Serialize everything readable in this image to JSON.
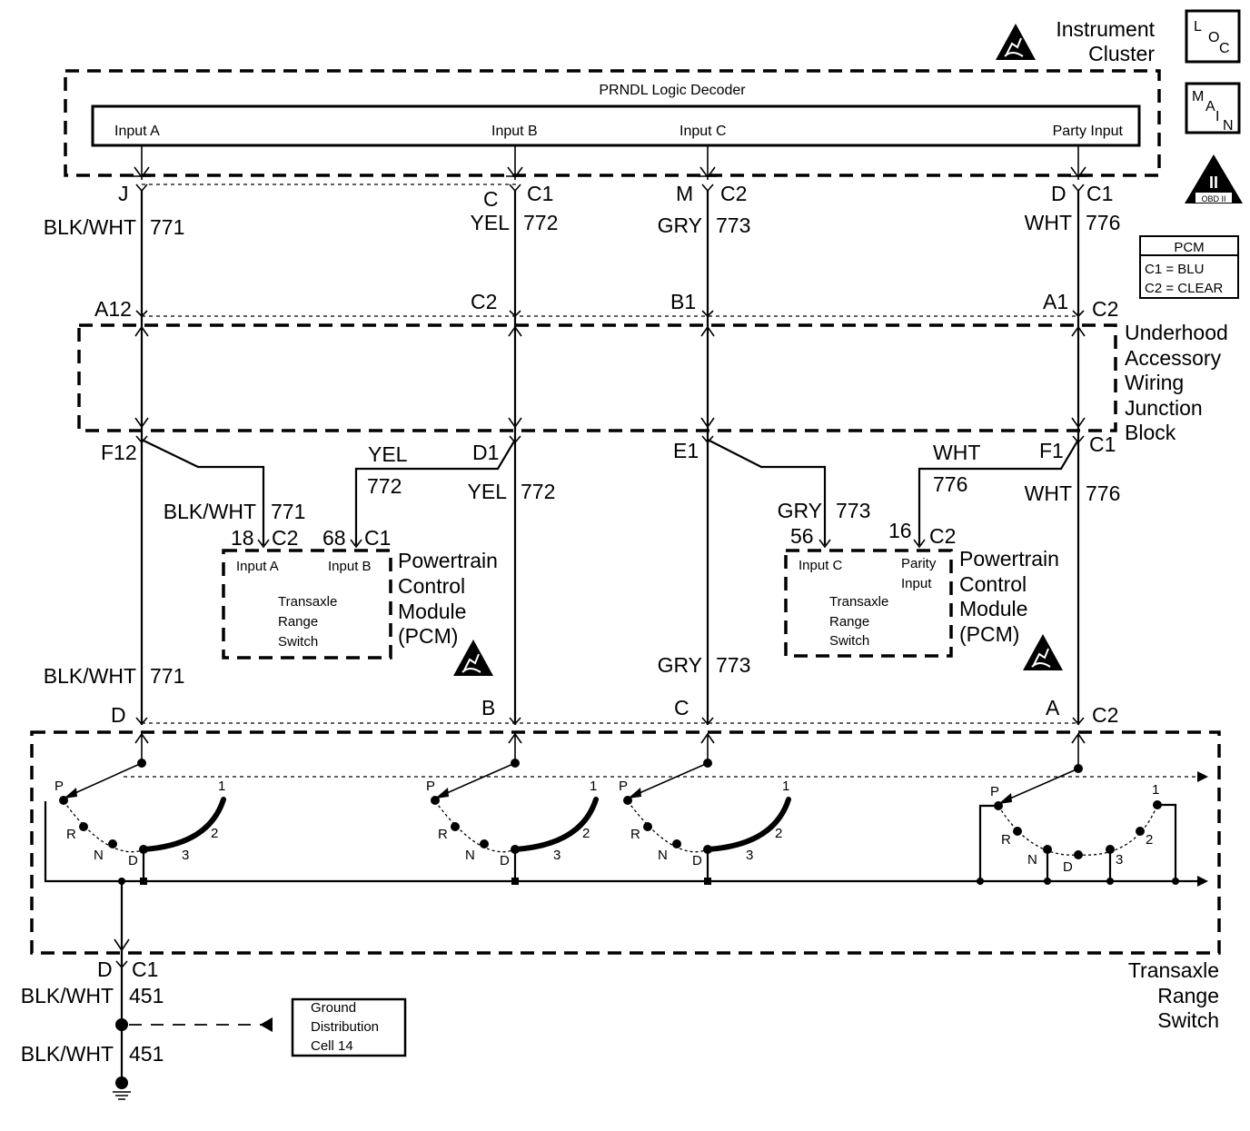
{
  "instrument_cluster": {
    "line1": "Instrument",
    "line2": "Cluster"
  },
  "decoder": {
    "title": "PRNDL Logic Decoder",
    "input_a": "Input A",
    "input_b": "Input B",
    "input_c": "Input C",
    "party_input": "Party Input"
  },
  "side_icons": {
    "loc": [
      "L",
      "O",
      "C"
    ],
    "main": [
      "M",
      "A",
      "I",
      "N"
    ],
    "obd_roman": "II",
    "obd_text": "OBD II"
  },
  "pcm_legend": {
    "title": "PCM",
    "c1": "C1 = BLU",
    "c2": "C2 = CLEAR"
  },
  "top_connectors": {
    "j": "J",
    "c_pin": "C",
    "c_conn": "C1",
    "m_pin": "M",
    "m_conn": "C2",
    "d_pin": "D",
    "d_conn": "C1"
  },
  "wires_top": {
    "w1": {
      "color": "BLK/WHT",
      "num": "771"
    },
    "w2": {
      "color": "YEL",
      "num": "772"
    },
    "w3": {
      "color": "GRY",
      "num": "773"
    },
    "w4": {
      "color": "WHT",
      "num": "776"
    }
  },
  "junction_top": {
    "a12": "A12",
    "c2a": "C2",
    "b1": "B1",
    "a1": "A1",
    "c2b": "C2"
  },
  "junction_block": {
    "l1": "Underhood",
    "l2": "Accessory",
    "l3": "Wiring",
    "l4": "Junction",
    "l5": "Block"
  },
  "junction_bottom": {
    "f12": "F12",
    "d1": "D1",
    "e1": "E1",
    "f1": "F1",
    "c1": "C1"
  },
  "pcm_left": {
    "blk_color": "BLK/WHT",
    "blk_num": "771",
    "yel_color": "YEL",
    "yel_num": "772",
    "yel_main_color": "YEL",
    "yel_main_num": "772",
    "pin18": "18",
    "conn18": "C2",
    "pin68": "68",
    "conn68": "C1",
    "input_a": "Input A",
    "input_b": "Input B",
    "desc1": "Transaxle",
    "desc2": "Range",
    "desc3": "Switch",
    "name1": "Powertrain",
    "name2": "Control",
    "name3": "Module",
    "name4": "(PCM)"
  },
  "pcm_right": {
    "gry_color": "GRY",
    "gry_num": "773",
    "wht_color": "WHT",
    "wht_num": "776",
    "wht_main_color": "WHT",
    "wht_main_num": "776",
    "pin56": "56",
    "pin16": "16",
    "conn16": "C2",
    "input_c": "Input C",
    "parity1": "Parity",
    "parity2": "Input",
    "desc1": "Transaxle",
    "desc2": "Range",
    "desc3": "Switch",
    "name1": "Powertrain",
    "name2": "Control",
    "name3": "Module",
    "name4": "(PCM)"
  },
  "wires_mid": {
    "w1": {
      "color": "BLK/WHT",
      "num": "771"
    },
    "w3": {
      "color": "GRY",
      "num": "773"
    }
  },
  "switch_pins": {
    "d": "D",
    "b": "B",
    "c": "C",
    "a": "A",
    "c2": "C2"
  },
  "switch_positions": {
    "p": "P",
    "r": "R",
    "n": "N",
    "d": "D",
    "three": "3",
    "two": "2",
    "one": "1"
  },
  "trs_label": {
    "l1": "Transaxle",
    "l2": "Range",
    "l3": "Switch"
  },
  "ground": {
    "pin": "D",
    "conn": "C1",
    "w1_color": "BLK/WHT",
    "w1_num": "451",
    "w2_color": "BLK/WHT",
    "w2_num": "451",
    "ref1": "Ground",
    "ref2": "Distribution",
    "ref3": "Cell 14"
  }
}
